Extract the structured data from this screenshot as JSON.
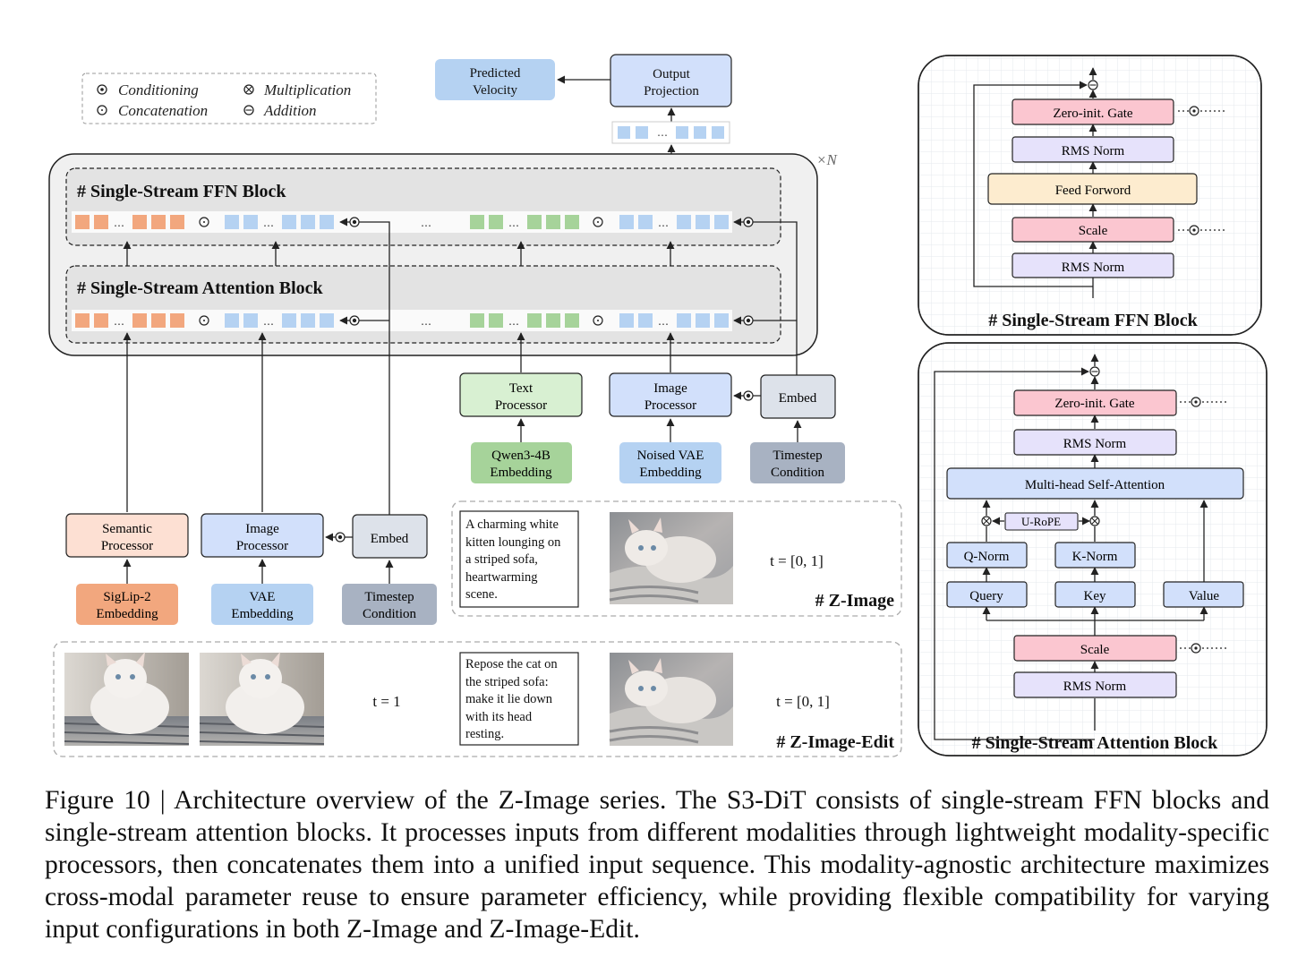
{
  "legend": {
    "conditioning": "Conditioning",
    "concatenation": "Concatenation",
    "multiplication": "Multiplication",
    "addition": "Addition"
  },
  "top": {
    "predicted_velocity": [
      "Predicted",
      "Velocity"
    ],
    "output_projection": [
      "Output",
      "Projection"
    ],
    "repeat": "×N"
  },
  "main_blocks": {
    "ffn_title": "# Single-Stream FFN Block",
    "attention_title": "# Single-Stream Attention Block"
  },
  "processors": {
    "text_processor": [
      "Text",
      "Processor"
    ],
    "image_processor_right": [
      "Image",
      "Processor"
    ],
    "embed_right": "Embed",
    "qwen": [
      "Qwen3-4B",
      "Embedding"
    ],
    "noised_vae": [
      "Noised VAE",
      "Embedding"
    ],
    "timestep_right": [
      "Timestep",
      "Condition"
    ],
    "semantic_processor": [
      "Semantic",
      "Processor"
    ],
    "image_processor_left": [
      "Image",
      "Processor"
    ],
    "embed_left": "Embed",
    "siglip": [
      "SigLip-2",
      "Embedding"
    ],
    "vae": [
      "VAE",
      "Embedding"
    ],
    "timestep_left": [
      "Timestep",
      "Condition"
    ]
  },
  "z_image": {
    "label": "# Z-Image",
    "prompt": [
      "A charming white",
      "kitten lounging on",
      "a striped sofa,",
      "heartwarming",
      "scene."
    ],
    "t": "t = [0, 1]"
  },
  "z_image_edit": {
    "label": "# Z-Image-Edit",
    "t_left": "t = 1",
    "prompt": [
      "Repose the cat on",
      "the striped sofa:",
      "make it lie down",
      "with its head",
      "resting."
    ],
    "t_right": "t = [0, 1]"
  },
  "ffn_detail": {
    "title": "# Single-Stream FFN Block",
    "zero_gate": "Zero-init. Gate",
    "rms1": "RMS Norm",
    "feed_forward": "Feed Forword",
    "scale": "Scale",
    "rms2": "RMS Norm"
  },
  "attn_detail": {
    "title": "# Single-Stream Attention Block",
    "zero_gate": "Zero-init. Gate",
    "rms1": "RMS Norm",
    "mhsa": "Multi-head Self-Attention",
    "urope": "U-RoPE",
    "qnorm": "Q-Norm",
    "knorm": "K-Norm",
    "query": "Query",
    "key": "Key",
    "value": "Value",
    "scale": "Scale",
    "rms2": "RMS Norm"
  },
  "caption": "Figure 10 | Architecture overview of the Z-Image series. The S3-DiT consists of single-stream FFN blocks and single-stream attention blocks. It processes inputs from different modalities through lightweight modality-specific processors, then concatenates them into a unified input sequence.  This modality-agnostic architecture maximizes cross-modal parameter reuse to ensure parameter efficiency, while providing flexible compatibility for varying input configurations in both Z-Image and Z-Image-Edit.",
  "colors": {
    "orange_token": "#f2a77e",
    "blue_token": "#b5d2f2",
    "green_token": "#a6d39a",
    "gate_pink": "#fbc6d0",
    "norm_purple": "#e6e2fb",
    "ffn_yellow": "#fdeccf",
    "attn_blue": "#d2e0fb",
    "block_gray": "#eaeaea"
  }
}
